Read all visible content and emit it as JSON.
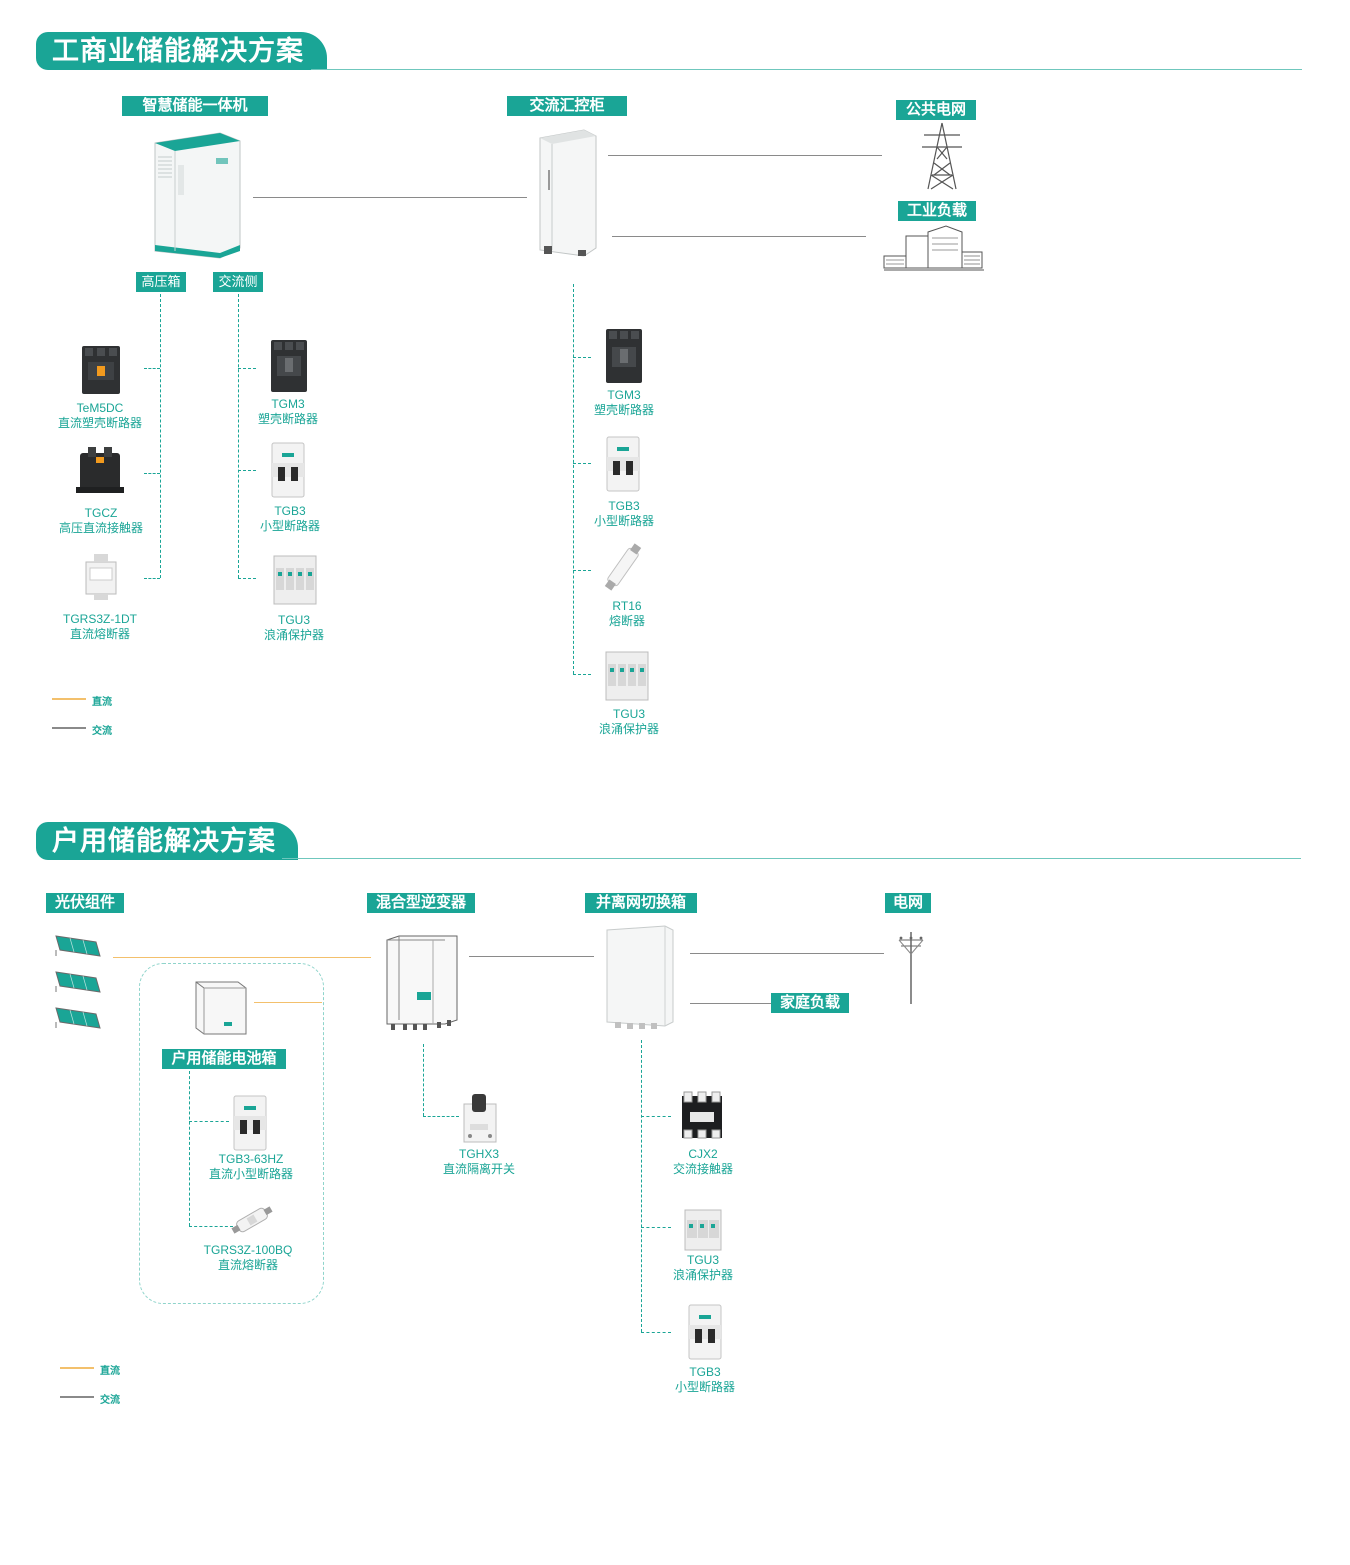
{
  "commercial": {
    "title": "工商业储能解决方案",
    "nodes": {
      "ess": "智慧储能一体机",
      "ac_cabinet": "交流汇控柜",
      "grid": "公共电网",
      "industrial_load": "工业负载",
      "hv_box": "高压箱",
      "ac_side": "交流侧"
    },
    "hv_products": [
      {
        "model": "TeM5DC",
        "name": "直流塑壳断路器"
      },
      {
        "model": "TGCZ",
        "name": "高压直流接触器"
      },
      {
        "model": "TGRS3Z-1DT",
        "name": "直流熔断器"
      }
    ],
    "ac_products": [
      {
        "model": "TGM3",
        "name": "塑壳断路器"
      },
      {
        "model": "TGB3",
        "name": "小型断路器"
      },
      {
        "model": "TGU3",
        "name": "浪涌保护器"
      }
    ],
    "cabinet_products": [
      {
        "model": "TGM3",
        "name": "塑壳断路器"
      },
      {
        "model": "TGB3",
        "name": "小型断路器"
      },
      {
        "model": "RT16",
        "name": "熔断器"
      },
      {
        "model": "TGU3",
        "name": "浪涌保护器"
      }
    ],
    "legend": {
      "dc": "直流",
      "ac": "交流"
    }
  },
  "residential": {
    "title": "户用储能解决方案",
    "nodes": {
      "pv": "光伏组件",
      "inverter": "混合型逆变器",
      "switch_box": "并离网切换箱",
      "grid": "电网",
      "home_load": "家庭负载",
      "battery": "户用储能电池箱"
    },
    "battery_products": [
      {
        "model": "TGB3-63HZ",
        "name": "直流小型断路器"
      },
      {
        "model": "TGRS3Z-100BQ",
        "name": "直流熔断器"
      }
    ],
    "inverter_products": [
      {
        "model": "TGHX3",
        "name": "直流隔离开关"
      }
    ],
    "switch_products": [
      {
        "model": "CJX2",
        "name": "交流接触器"
      },
      {
        "model": "TGU3",
        "name": "浪涌保护器"
      },
      {
        "model": "TGB3",
        "name": "小型断路器"
      }
    ],
    "legend": {
      "dc": "直流",
      "ac": "交流"
    }
  },
  "colors": {
    "accent": "#1aa596",
    "ac_line": "#8a8a8a",
    "dc_line": "#f3c06c"
  }
}
